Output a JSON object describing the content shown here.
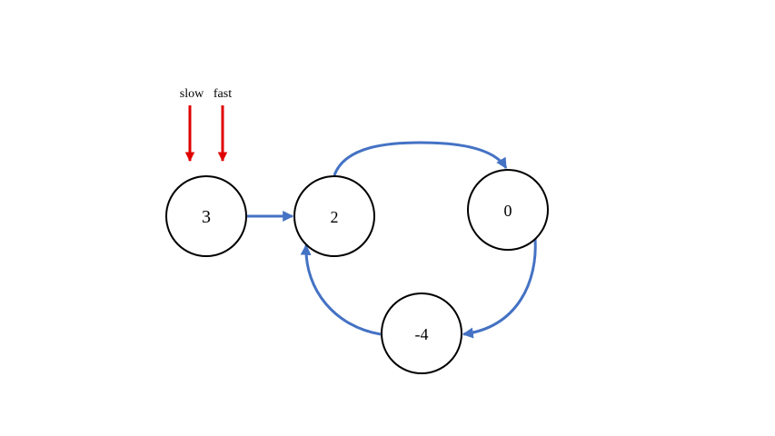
{
  "colors": {
    "edge": "#4472C4",
    "pointer": "#E00000",
    "node_stroke": "#000000"
  },
  "pointers": {
    "slow": "slow",
    "fast": "fast"
  },
  "nodes": {
    "n3": "3",
    "n2": "2",
    "n0": "0",
    "nm4": "-4"
  },
  "edges": [
    {
      "from": "3",
      "to": "2"
    },
    {
      "from": "2",
      "to": "0"
    },
    {
      "from": "0",
      "to": "-4"
    },
    {
      "from": "-4",
      "to": "2"
    }
  ]
}
